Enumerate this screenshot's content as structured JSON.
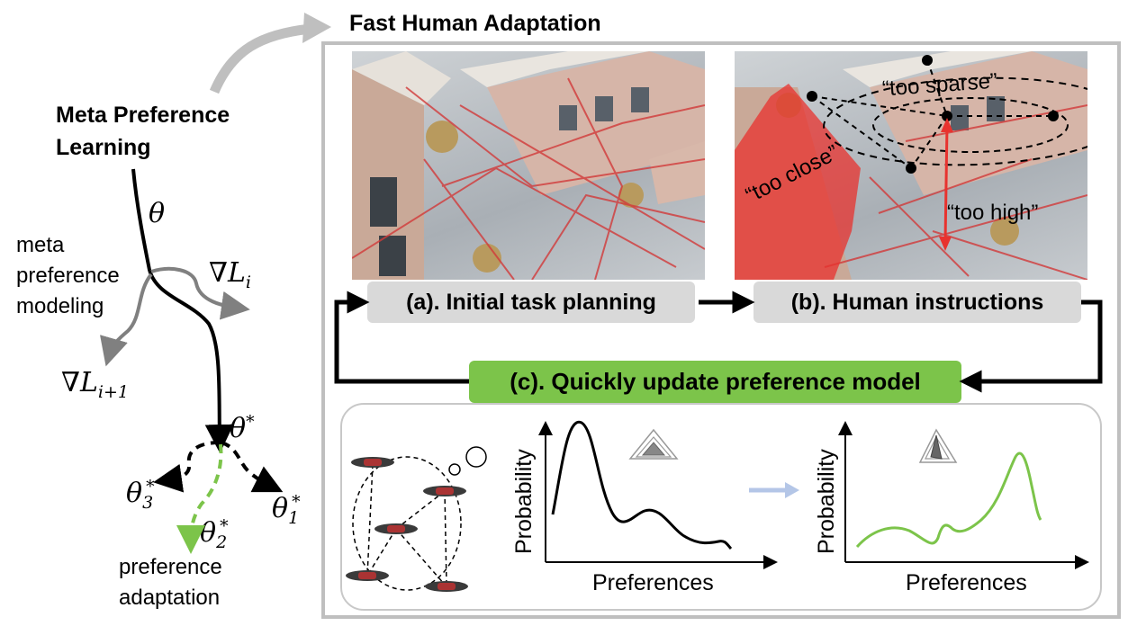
{
  "left": {
    "meta_title": [
      "Meta Preference",
      "Learning"
    ],
    "theta": "θ",
    "meta_modeling": [
      "meta",
      "preference",
      "modeling"
    ],
    "grad_li": {
      "base": "∇L",
      "sub": "i"
    },
    "grad_li1": {
      "base": "∇L",
      "sub": "i+1"
    },
    "theta_star": {
      "base": "θ",
      "sup": "*"
    },
    "theta1": {
      "base": "θ",
      "sub": "1",
      "sup": "*"
    },
    "theta2": {
      "base": "θ",
      "sub": "2",
      "sup": "*"
    },
    "theta3": {
      "base": "θ",
      "sub": "3",
      "sup": "*"
    },
    "adaptation": [
      "preference",
      "adaptation"
    ]
  },
  "right": {
    "fast_title": "Fast Human Adaptation",
    "step_a": "(a). Initial task planning",
    "step_b": "(b). Human instructions",
    "step_c": "(c). Quickly update preference model",
    "too_close": "“too close”",
    "too_sparse": "“too sparse”",
    "too_high": "“too high”",
    "y_axis": "Probability",
    "x_axis": "Preferences"
  },
  "colors": {
    "green": "#7cc44a",
    "gray_button": "#d9d9d9",
    "frame": "#bfbfbf",
    "red": "#e8322e",
    "arrow_light_blue": "#b4c6e7"
  },
  "icons": [
    "drone-icon",
    "thought-bubble-icon",
    "radar-chart-icon"
  ]
}
